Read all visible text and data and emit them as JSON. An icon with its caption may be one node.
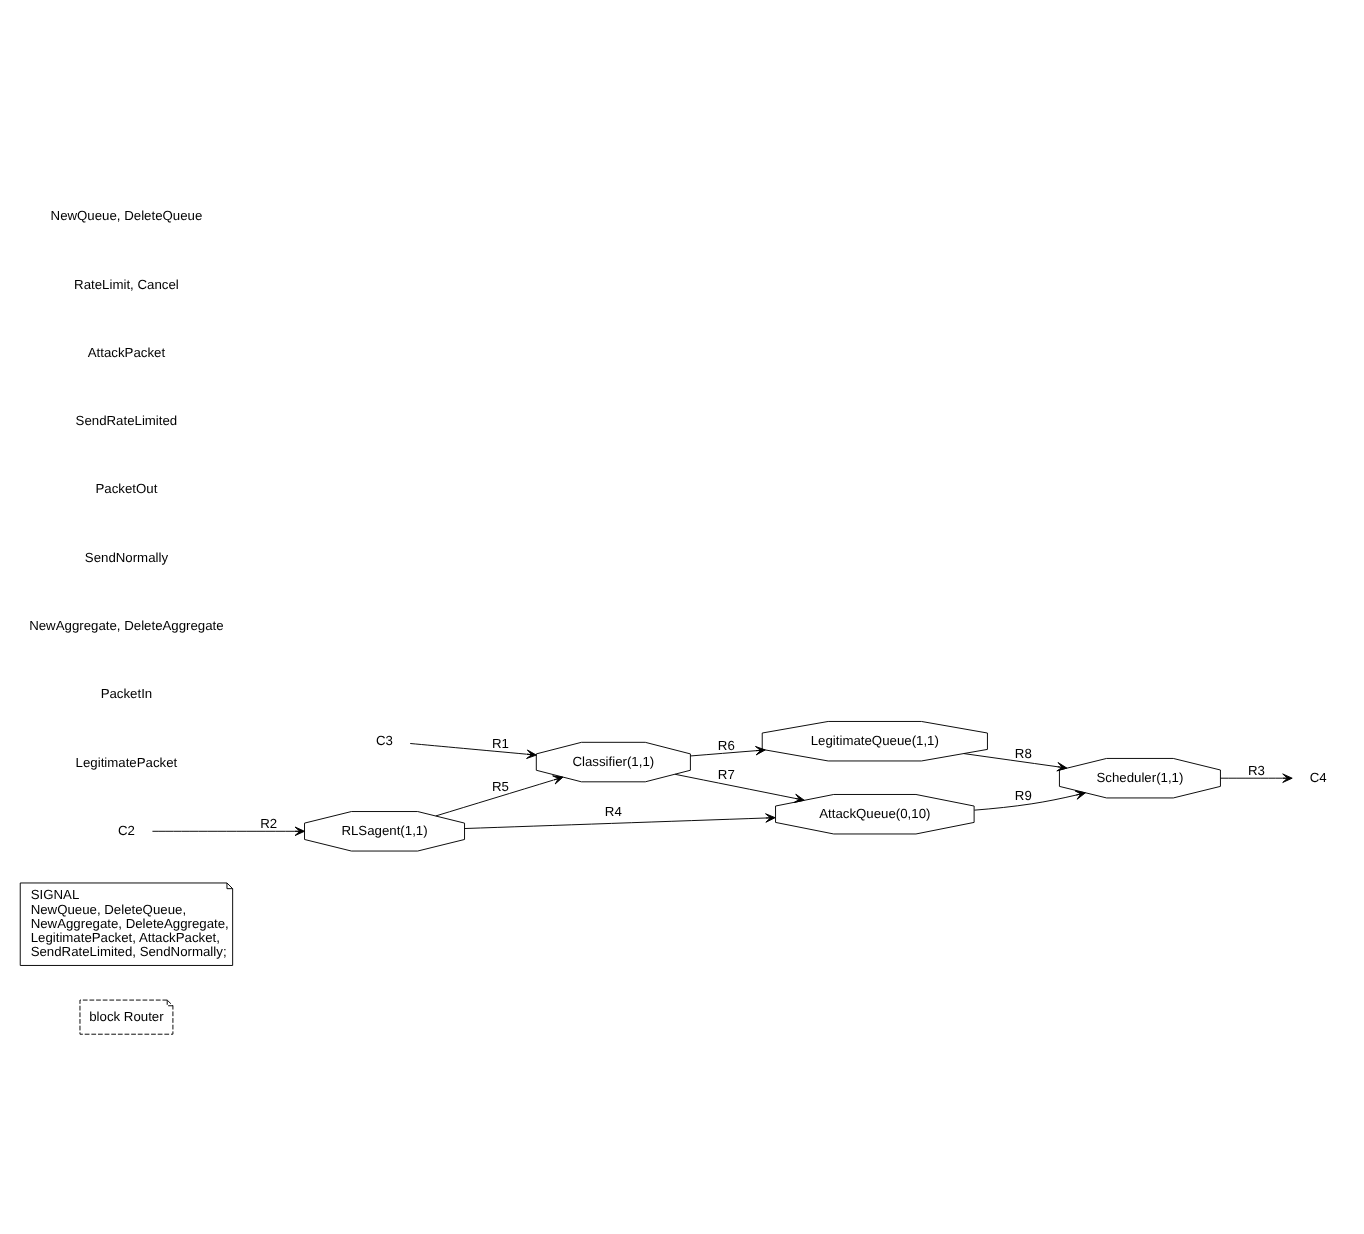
{
  "diagram": {
    "nodes": [
      {
        "text": [
          "block Router"
        ]
      },
      {
        "text": [
          "SIGNAL",
          "NewQueue, DeleteQueue, NewAggregate, DeleteAggregate, LegitimatePacket, AttackPacket, SendRateLimited, SendNormally;"
        ]
      },
      {
        "text": [
          "C3"
        ]
      },
      {
        "text": [
          "Classifier(1,1)"
        ]
      },
      {
        "text": [
          "LegitimateQueue(1,1)"
        ]
      },
      {
        "text": [
          "Scheduler(1,1)"
        ]
      },
      {
        "text": [
          "C4"
        ]
      },
      {
        "text": [
          "C2"
        ]
      },
      {
        "text": [
          "RLSagent(1,1)"
        ]
      },
      {
        "text": [
          "AttackQueue(0,10)"
        ]
      }
    ],
    "edges": [
      {
        "from": 2,
        "to": 3,
        "arrow": "to",
        "label": "R1"
      },
      {
        "from": 3,
        "to": 4,
        "arrow": "to",
        "label": "R6"
      },
      {
        "from": 4,
        "to": 5,
        "arrow": "to",
        "label": "R8"
      },
      {
        "from": 5,
        "to": 6,
        "arrow": "to",
        "label": "R3"
      },
      {
        "from": 3,
        "to": 9,
        "arrow": "to",
        "label": "R7"
      },
      {
        "from": 8,
        "to": 3,
        "arrow": "to",
        "label": "R5"
      },
      {
        "from": 7,
        "to": 8,
        "arrow": "to",
        "label": "R2"
      },
      {
        "from": 8,
        "to": 9,
        "arrow": "to",
        "label": "R4"
      },
      {
        "from": 9,
        "to": 5,
        "arrow": "to",
        "label": "R9"
      }
    ],
    "labels": [
      "LegitimatePacket",
      "PacketIn",
      "NewAggregate, DeleteAggregate",
      "SendNormally",
      "PacketOut",
      "SendRateLimited",
      "AttackPacket",
      "RateLimit, Cancel",
      "NewQueue, DeleteQueue"
    ]
  }
}
